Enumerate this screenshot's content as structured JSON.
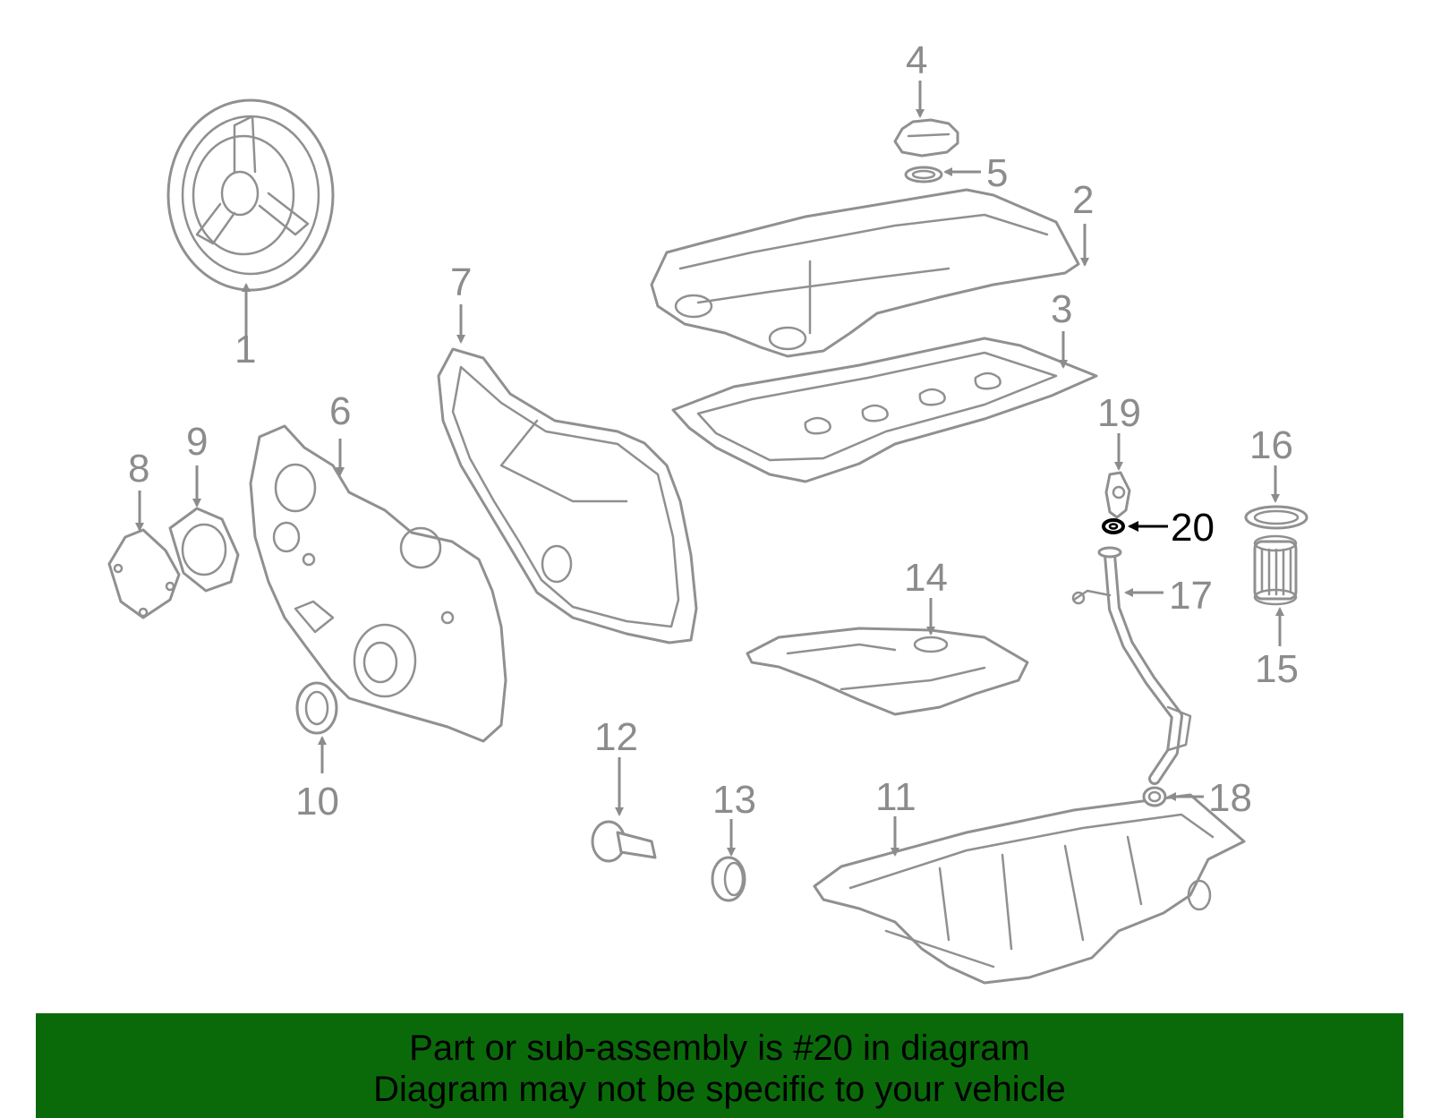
{
  "callouts": [
    {
      "id": "1",
      "label": "1"
    },
    {
      "id": "2",
      "label": "2"
    },
    {
      "id": "3",
      "label": "3"
    },
    {
      "id": "4",
      "label": "4"
    },
    {
      "id": "5",
      "label": "5"
    },
    {
      "id": "6",
      "label": "6"
    },
    {
      "id": "7",
      "label": "7"
    },
    {
      "id": "8",
      "label": "8"
    },
    {
      "id": "9",
      "label": "9"
    },
    {
      "id": "10",
      "label": "10"
    },
    {
      "id": "11",
      "label": "11"
    },
    {
      "id": "12",
      "label": "12"
    },
    {
      "id": "13",
      "label": "13"
    },
    {
      "id": "14",
      "label": "14"
    },
    {
      "id": "15",
      "label": "15"
    },
    {
      "id": "16",
      "label": "16"
    },
    {
      "id": "17",
      "label": "17"
    },
    {
      "id": "18",
      "label": "18"
    },
    {
      "id": "19",
      "label": "19"
    },
    {
      "id": "20",
      "label": "20"
    }
  ],
  "highlighted_part": "20",
  "banner": {
    "line1": "Part or sub-assembly is #20 in diagram",
    "line2": "Diagram may not be specific to your vehicle"
  },
  "colors": {
    "line_art": "#909090",
    "highlight": "#000000",
    "banner_bg": "#0a6a0a"
  }
}
